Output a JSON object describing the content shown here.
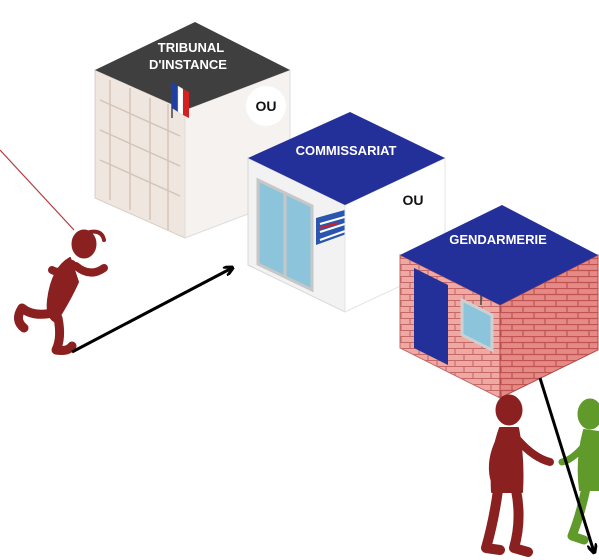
{
  "buildings": [
    {
      "id": "tribunal",
      "label_line1": "TRIBUNAL",
      "label_line2": "D'INSTANCE"
    },
    {
      "id": "commissariat",
      "label": "COMMISSARIAT"
    },
    {
      "id": "gendarmerie",
      "label": "GENDARMERIE"
    }
  ],
  "connectors": [
    "OU",
    "OU"
  ],
  "colors": {
    "roof_dark": "#3f3f3f",
    "roof_blue": "#24309a",
    "brick": "#e48a86",
    "glass": "#8cc4dc",
    "figure_red": "#8a2020",
    "figure_green": "#5f9a2a",
    "flag_blue": "#1f3ea0",
    "flag_red": "#d42020"
  },
  "icons": [
    "running-figure-icon",
    "standing-figure-icon",
    "walking-figure-icon",
    "arrow-icon",
    "french-flag-icon"
  ]
}
